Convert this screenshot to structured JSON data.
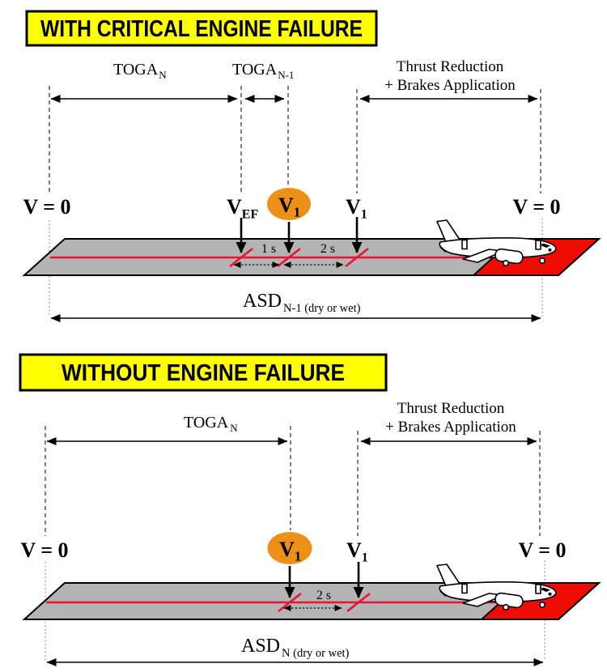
{
  "colors": {
    "banner_bg": "#ffff00",
    "runway_gray": "#b4b4b4",
    "stopway_red": "#ee0b00",
    "centerline_red": "#ee1133",
    "v1_orange": "#ed9017"
  },
  "diagram1": {
    "banner": "WITH CRITICAL ENGINE FAILURE",
    "toga_n": {
      "base": "TOGA",
      "sub": "N"
    },
    "toga_n_minus_1": {
      "base": "TOGA",
      "sub": "N-1"
    },
    "thrust_label_line1": "Thrust Reduction",
    "thrust_label_line2": "+ Brakes Application",
    "v0_left": "V = 0",
    "vef": {
      "base": "V",
      "sub": "EF"
    },
    "v1_balloon": {
      "base": "V",
      "sub": "1"
    },
    "v1": {
      "base": "V",
      "sub": "1"
    },
    "v0_right": "V = 0",
    "time_1s": "1 s",
    "time_2s": "2 s",
    "asd": {
      "base": "ASD",
      "sub": "N-1 (dry or wet)"
    }
  },
  "diagram2": {
    "banner": "WITHOUT ENGINE FAILURE",
    "toga_n": {
      "base": "TOGA",
      "sub": "N"
    },
    "thrust_label_line1": "Thrust Reduction",
    "thrust_label_line2": "+ Brakes Application",
    "v0_left": "V = 0",
    "v1_balloon": {
      "base": "V",
      "sub": "1"
    },
    "v1": {
      "base": "V",
      "sub": "1"
    },
    "v0_right": "V = 0",
    "time_2s": "2 s",
    "asd": {
      "base": "ASD",
      "sub": "N (dry or wet)"
    }
  }
}
